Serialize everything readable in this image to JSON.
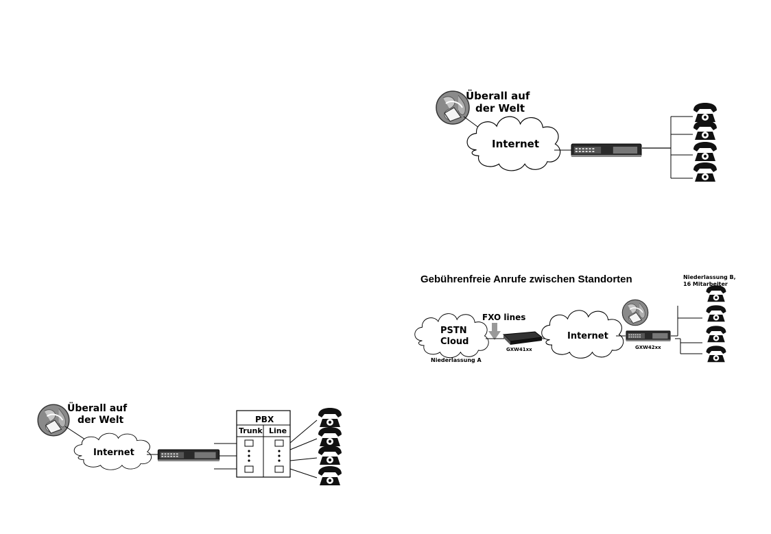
{
  "diagrams": {
    "top_right": {
      "globe_label_line1": "Überall auf",
      "globe_label_line2": "der Welt",
      "cloud_label": "Internet"
    },
    "bottom_left": {
      "globe_label_line1": "Überall auf",
      "globe_label_line2": "der Welt",
      "cloud_label": "Internet",
      "pbx_title": "PBX",
      "pbx_trunk": "Trunk",
      "pbx_line": "Line"
    },
    "middle_right": {
      "title": "Gebührenfreie Anrufe zwischen Standorten",
      "branch_b_line1": "Niederlassung B,",
      "branch_b_line2": "16 Mitarbeiter",
      "pstn_line1": "PSTN",
      "pstn_line2": "Cloud",
      "fxo_label": "FXO lines",
      "gxw41_label": "GXW41xx",
      "cloud_label": "Internet",
      "gxw42_label": "GXW42xx",
      "branch_a": "Niederlassung A"
    }
  },
  "icons": [
    "globe-icon",
    "cloud-icon",
    "gateway-device-icon",
    "telephone-icon"
  ]
}
